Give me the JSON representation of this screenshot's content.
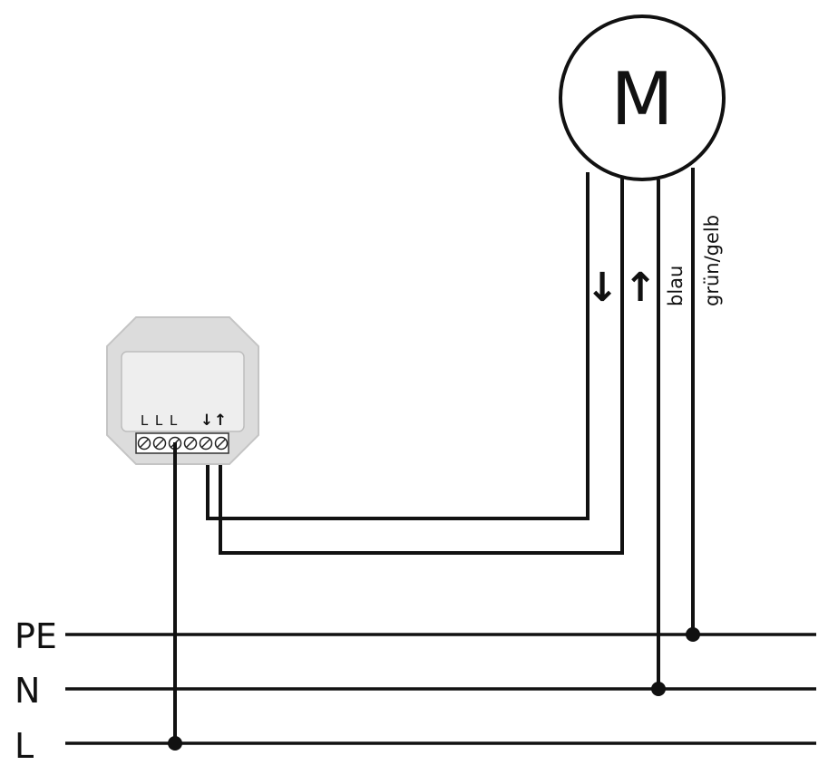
{
  "motor": {
    "letter": "M"
  },
  "rails": [
    {
      "id": "pe",
      "label": "PE"
    },
    {
      "id": "n",
      "label": "N"
    },
    {
      "id": "l",
      "label": "L"
    }
  ],
  "actuator": {
    "terminal_labels": [
      "L",
      "L",
      "L",
      "↓",
      "↑"
    ],
    "terminal_count": 6
  },
  "wire_labels": {
    "down_arrow": "↓",
    "up_arrow": "↑",
    "blue": "blau",
    "green_yellow": "grün/gelb"
  },
  "colors": {
    "line": "#111111",
    "device_body": "#dcdcdc",
    "device_edge": "#c4c4c4",
    "device_panel": "#eeeeee"
  }
}
